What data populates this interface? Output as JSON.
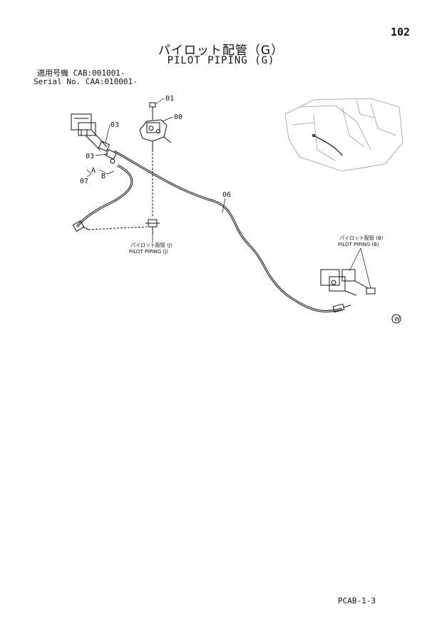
{
  "page": {
    "number": "102",
    "code": "PCAB-1-3"
  },
  "title": {
    "jp": "パイロット配管（G）",
    "en": "PILOT PIPING (G)"
  },
  "serial": {
    "line1": "適用号機 CAB:001001-",
    "line2": "Serial No. CAA:010001-"
  },
  "callouts": {
    "c01": "01",
    "c00": "00",
    "c03a": "03",
    "c03b": "03",
    "a": "A",
    "b": "B",
    "c07": "07",
    "c06": "06"
  },
  "notes": {
    "to_j_jp": "パイロット配管 (J)",
    "to_j_en": "PILOT PIPING (J)",
    "to_b_jp": "パイロット配管 (B)",
    "to_b_en": "PILOT PIPING (B)"
  },
  "marker": "W"
}
